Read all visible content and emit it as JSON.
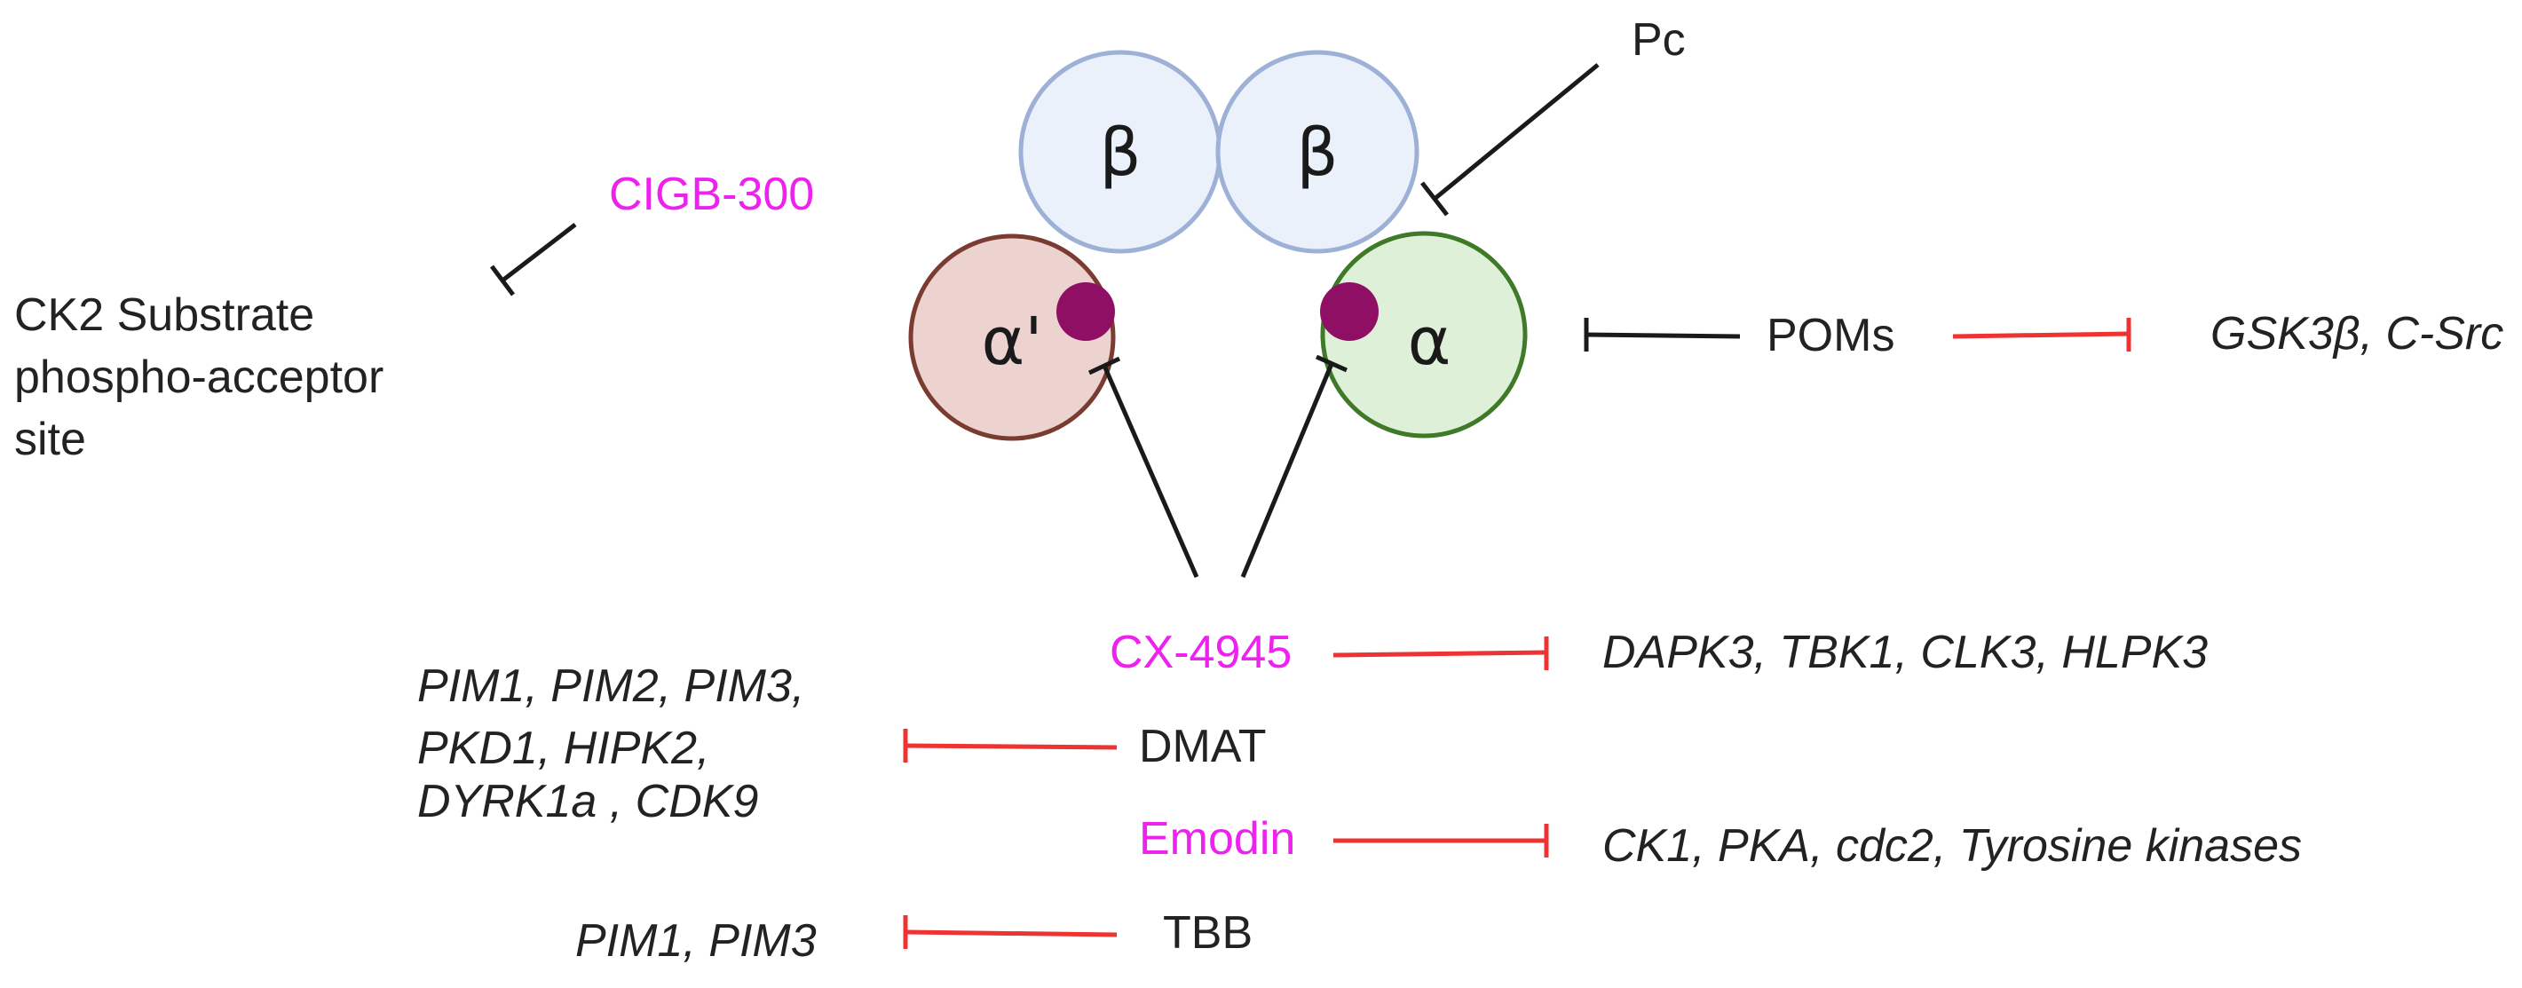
{
  "colors": {
    "inhibitor_highlight": "#ee22ee",
    "text": "#222222",
    "red_arrow": "#ee3333",
    "black_arrow": "#1a1a1a",
    "beta_fill": "#eaf1fb",
    "beta_stroke": "#9db0d6",
    "alpha_prime_fill": "#ecd3d0",
    "alpha_prime_stroke": "#7a3b30",
    "alpha_fill": "#dff0d8",
    "alpha_stroke": "#3e7a28",
    "active_site": "#8e0f64"
  },
  "subunits": {
    "beta_left": "β",
    "beta_right": "β",
    "alpha_prime": "α'",
    "alpha": "α"
  },
  "labels": {
    "pc": "Pc",
    "cigb300": "CIGB-300",
    "substrate_site": [
      "CK2 Substrate",
      "phospho-acceptor",
      "site"
    ],
    "poms": "POMs",
    "poms_targets": "GSK3β, C-Src",
    "cx4945": "CX-4945",
    "cx4945_targets": "DAPK3, TBK1, CLK3, HLPK3",
    "dmat": "DMAT",
    "dmat_targets": [
      "PIM1, PIM2, PIM3,",
      "PKD1, HIPK2,",
      "DYRK1a , CDK9"
    ],
    "emodin": "Emodin",
    "emodin_targets": "CK1, PKA, cdc2, Tyrosine kinases",
    "tbb": "TBB",
    "tbb_targets": "PIM1, PIM3"
  }
}
